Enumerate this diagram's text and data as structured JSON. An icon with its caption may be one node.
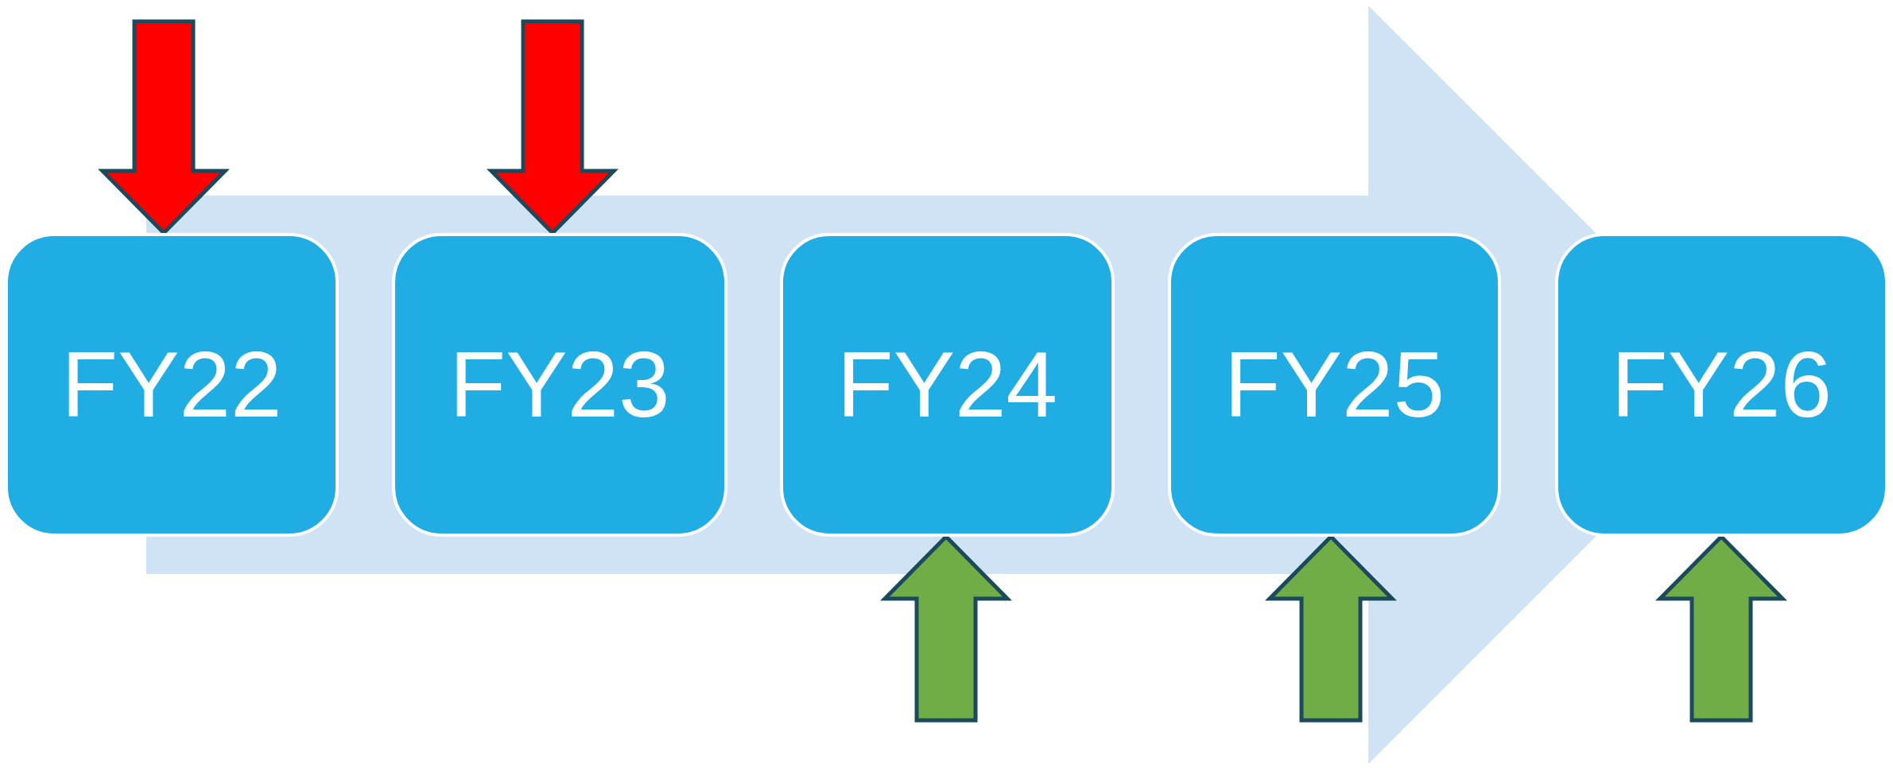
{
  "diagram": {
    "nodes": [
      {
        "text": [
          "FY22"
        ]
      },
      {
        "text": [
          "FY23"
        ]
      },
      {
        "text": [
          "FY24"
        ]
      },
      {
        "text": [
          "FY25"
        ]
      },
      {
        "text": [
          "FY26"
        ]
      }
    ],
    "edges": [
      {
        "from": null,
        "to": 0,
        "arrow": "to",
        "style": "thick",
        "color": "#ff0000"
      },
      {
        "from": null,
        "to": 1,
        "arrow": "to",
        "style": "thick",
        "color": "#ff0000"
      },
      {
        "from": null,
        "to": 2,
        "arrow": "to",
        "style": "thick",
        "color": "#70ad47"
      },
      {
        "from": null,
        "to": 3,
        "arrow": "to",
        "style": "thick",
        "color": "#70ad47"
      },
      {
        "from": null,
        "to": 4,
        "arrow": "to",
        "style": "thick",
        "color": "#70ad47"
      },
      {
        "from": 0,
        "to": 4,
        "arrow": "to",
        "style": "thick",
        "color": "#cfe3f5"
      }
    ]
  }
}
